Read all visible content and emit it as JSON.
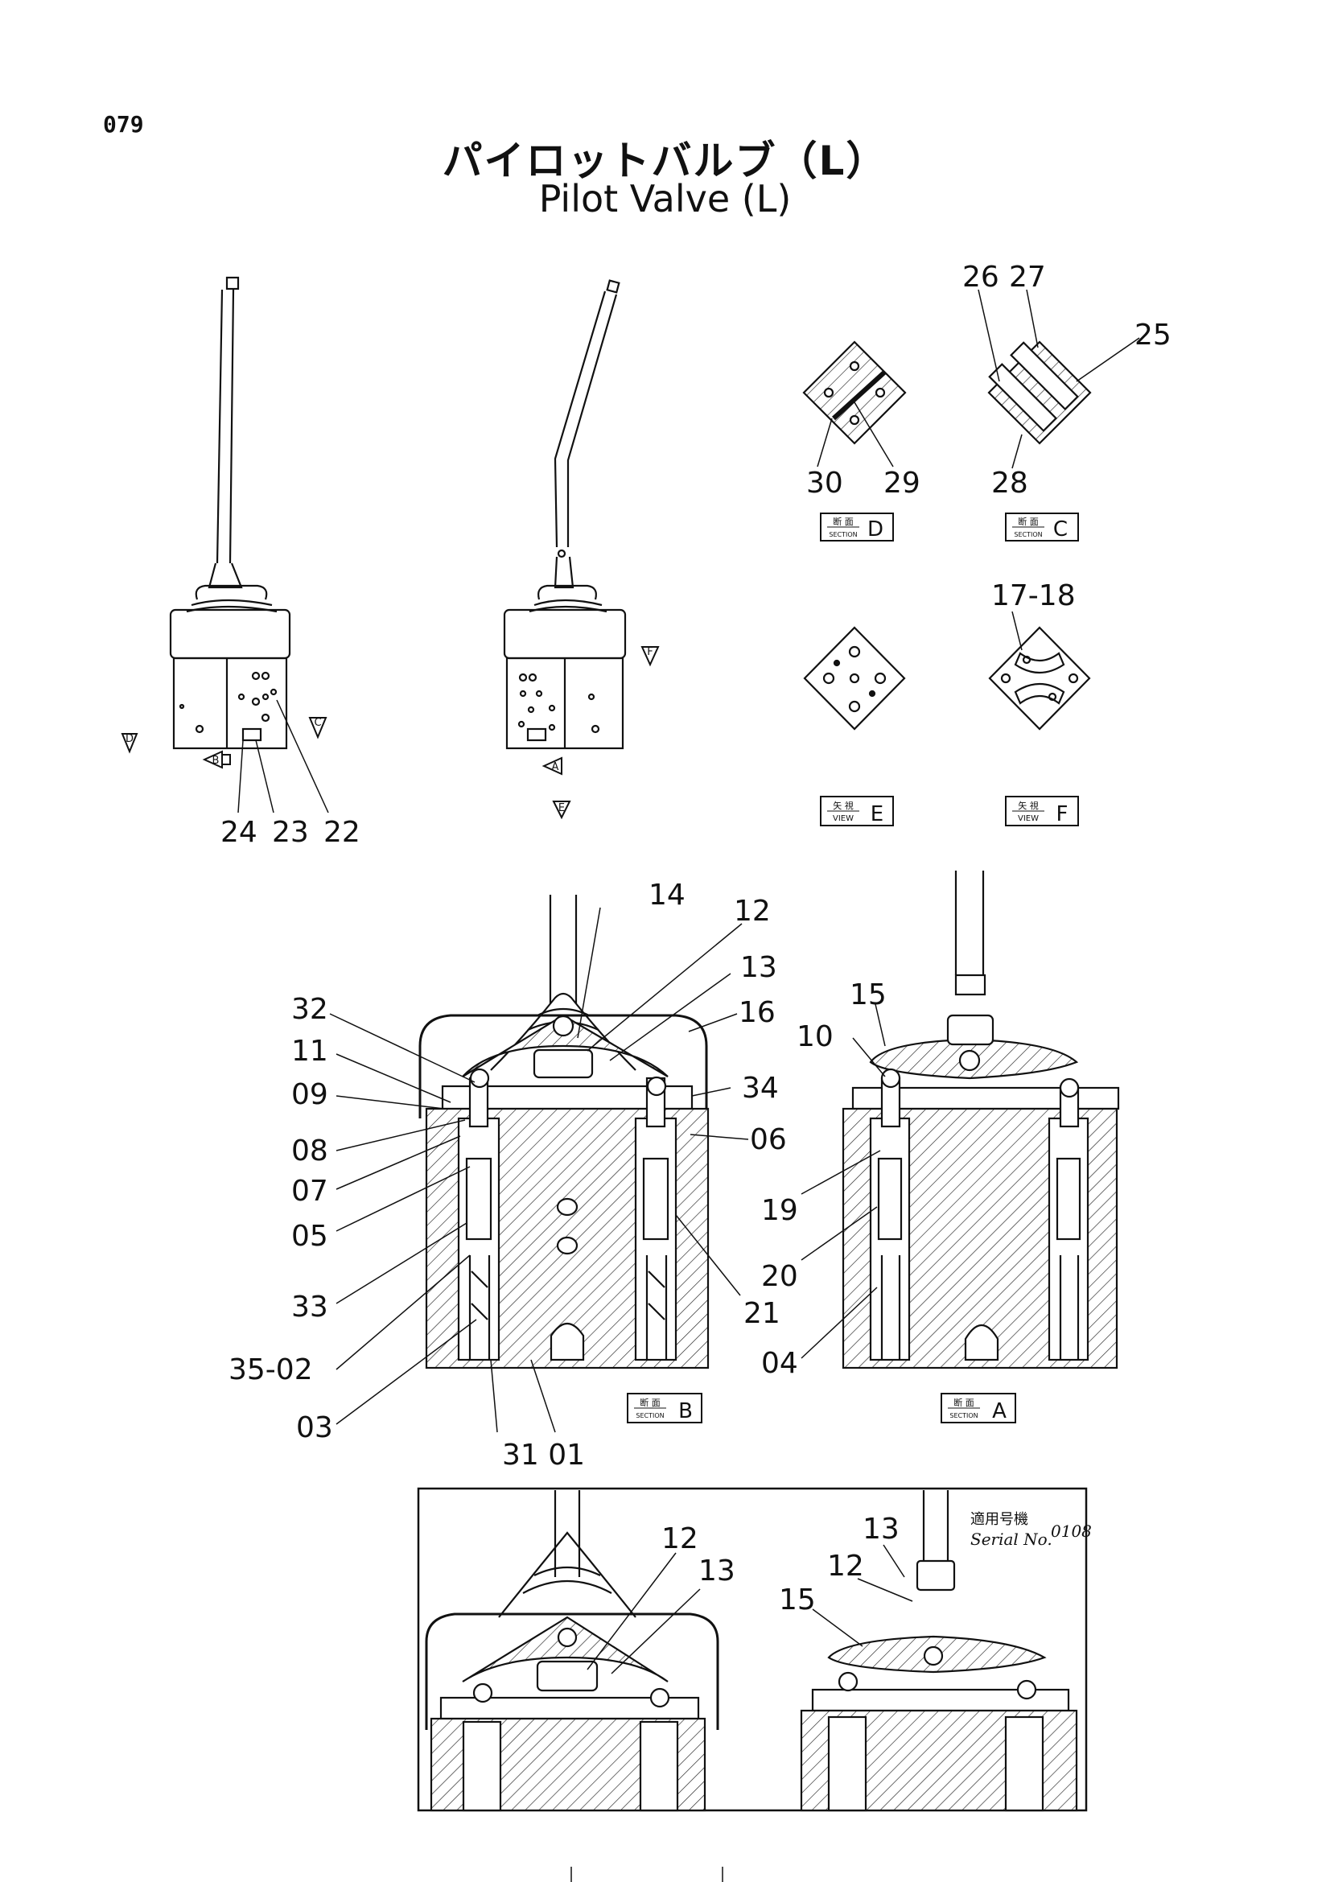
{
  "page_number": "079",
  "title_jp": "パイロットバルブ（L）",
  "title_en": "Pilot Valve (L)",
  "callouts": {
    "c26": "26",
    "c27": "27",
    "c25": "25",
    "c28": "28",
    "c30": "30",
    "c29": "29",
    "c1718": "17-18",
    "c24": "24",
    "c23": "23",
    "c22": "22",
    "c14": "14",
    "c12": "12",
    "c13": "13",
    "c16": "16",
    "c15": "15",
    "c32": "32",
    "c11": "11",
    "c09": "09",
    "c08": "08",
    "c07": "07",
    "c05": "05",
    "c33": "33",
    "c3502": "35-02",
    "c03": "03",
    "c3101": "31 01",
    "c34": "34",
    "c06": "06",
    "c21": "21",
    "c10": "10",
    "c19": "19",
    "c20": "20",
    "c04": "04",
    "b12": "12",
    "b13": "13",
    "b13r": "13",
    "b12r": "12",
    "b15": "15"
  },
  "view_tags": {
    "section_d": {
      "jp": "断 面",
      "en": "SECTION",
      "letter": "D"
    },
    "section_c": {
      "jp": "断 面",
      "en": "SECTION",
      "letter": "C"
    },
    "view_e": {
      "jp": "矢 視",
      "en": "VIEW",
      "letter": "E"
    },
    "view_f": {
      "jp": "矢 視",
      "en": "VIEW",
      "letter": "F"
    },
    "section_b": {
      "jp": "断 面",
      "en": "SECTION",
      "letter": "B"
    },
    "section_a": {
      "jp": "断 面",
      "en": "SECTION",
      "letter": "A"
    }
  },
  "arrow_letters": {
    "d": "D",
    "b": "B",
    "c": "C",
    "f": "F",
    "a": "A",
    "e": "E"
  },
  "serial_note": {
    "jp": "適用号機",
    "en": "Serial No.",
    "value": "0108"
  }
}
